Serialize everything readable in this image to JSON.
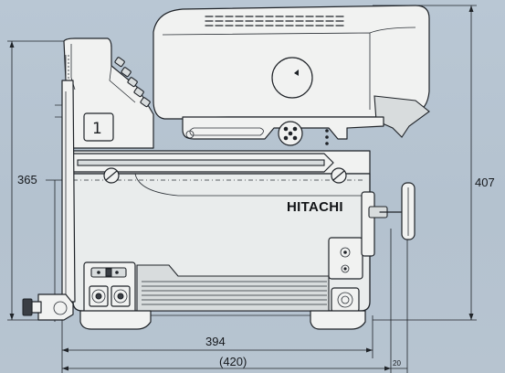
{
  "drawing": {
    "brand_label": "HITACHI",
    "module_number": "1"
  },
  "dimensions": {
    "height_overall": "407",
    "height_body": "365",
    "length_body": "394",
    "length_overall": "(420)",
    "handle_offset": "20"
  }
}
